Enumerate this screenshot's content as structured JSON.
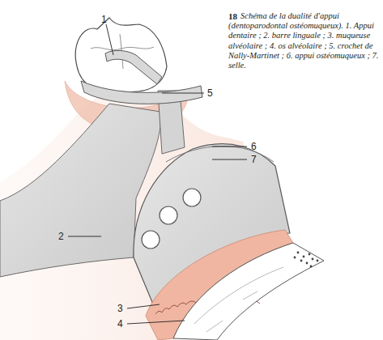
{
  "diagram": {
    "caption": "Schéma de la dualité d'appui (dentoparodontal ostéomuqueux). 1. Appui dentaire ; 2. barre linguale ; 3. muqueuse alvéolaire ; 4. os alvéolaire ; 5. crochet de Nally-Martinet ; 6. appui ostéomuqueux ; 7. selle.",
    "labels": [
      "1",
      "2",
      "3",
      "4",
      "5",
      "6",
      "7",
      "18"
    ]
  }
}
